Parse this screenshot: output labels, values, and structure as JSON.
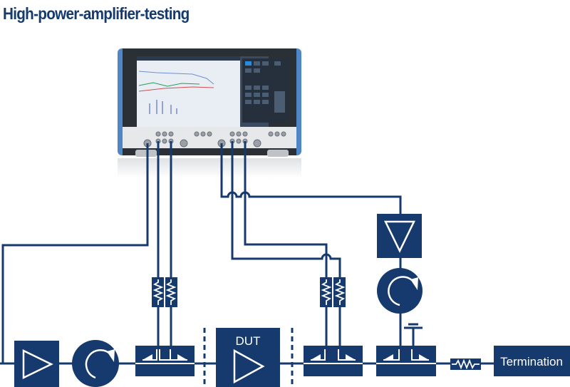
{
  "title": "High-power-amplifier-testing",
  "blocks": {
    "dut_label": "DUT",
    "termination_label": "Termination"
  },
  "colors": {
    "primary": "#163a6e",
    "background": "#ffffff",
    "instrument_frame": "#4f86c6",
    "instrument_screen": "#1b2a3a"
  }
}
